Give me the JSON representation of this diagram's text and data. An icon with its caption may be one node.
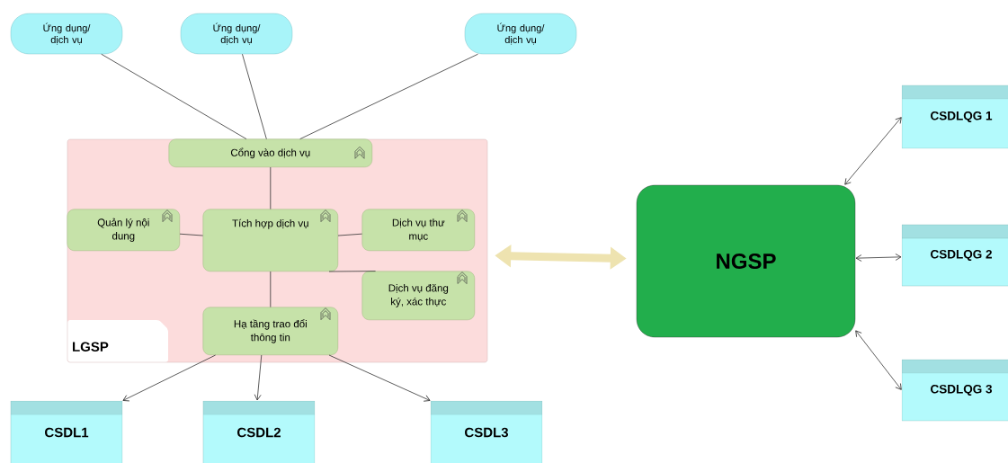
{
  "diagram": {
    "nodes": [
      {
        "text": [
          "LGSP"
        ]
      },
      {
        "text": [
          "Ứng dụng/ dịch vụ"
        ]
      },
      {
        "text": [
          "Ứng dụng/ dịch vụ"
        ]
      },
      {
        "text": [
          "Ứng dụng/ dịch vụ"
        ]
      },
      {
        "text": [
          "Cổng vào dịch vụ"
        ],
        "in": 0
      },
      {
        "text": [
          "Quản lý nội dung"
        ],
        "in": 0
      },
      {
        "text": [
          "Tích hợp dịch vụ"
        ],
        "in": 0
      },
      {
        "text": [
          "Dịch vụ thư mục"
        ],
        "in": 0
      },
      {
        "text": [
          "Dịch vụ đăng ký, xác thực"
        ],
        "in": 0
      },
      {
        "text": [
          "Hạ tầng trao đổi thông tin"
        ],
        "in": 0
      },
      {
        "text": [
          "CSDL1"
        ]
      },
      {
        "text": [
          "CSDL2"
        ]
      },
      {
        "text": [
          "CSDL3"
        ]
      },
      {
        "text": [
          "NGSP"
        ]
      },
      {
        "text": [
          "CSDLQG 1"
        ]
      },
      {
        "text": [
          "CSDLQG 2"
        ]
      },
      {
        "text": [
          "CSDLQG 3"
        ]
      }
    ],
    "edges": [
      {
        "from": 1,
        "to": 4,
        "arrow": "none"
      },
      {
        "from": 2,
        "to": 4,
        "arrow": "none"
      },
      {
        "from": 3,
        "to": 4,
        "arrow": "none"
      },
      {
        "from": 4,
        "to": 6,
        "arrow": "none"
      },
      {
        "from": 5,
        "to": 6,
        "arrow": "none"
      },
      {
        "from": 6,
        "to": 7,
        "arrow": "none"
      },
      {
        "from": 6,
        "to": 8,
        "arrow": "none"
      },
      {
        "from": 6,
        "to": 9,
        "arrow": "none"
      },
      {
        "from": 9,
        "to": 10,
        "arrow": "to"
      },
      {
        "from": 9,
        "to": 11,
        "arrow": "to"
      },
      {
        "from": 9,
        "to": 12,
        "arrow": "to"
      },
      {
        "from": 0,
        "to": 13,
        "arrow": "both",
        "style": "thick",
        "color": "#eee3b0"
      },
      {
        "from": 13,
        "to": 14,
        "arrow": "both"
      },
      {
        "from": 13,
        "to": 15,
        "arrow": "both"
      },
      {
        "from": 13,
        "to": 16,
        "arrow": "both"
      }
    ]
  }
}
